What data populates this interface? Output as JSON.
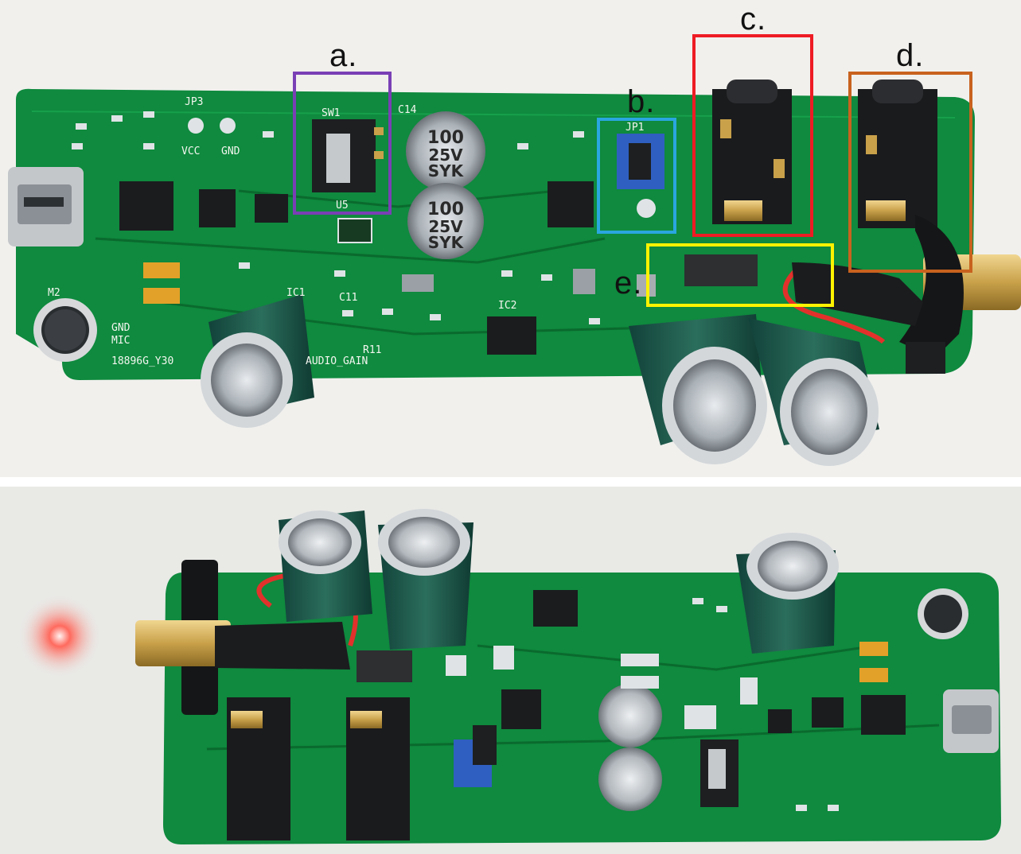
{
  "callouts": [
    {
      "id": "a",
      "label": "a.",
      "color": "#7a3fb5"
    },
    {
      "id": "b",
      "label": "b.",
      "color": "#2aa6e0"
    },
    {
      "id": "c",
      "label": "c.",
      "color": "#ee1c24"
    },
    {
      "id": "d",
      "label": "d.",
      "color": "#c8621e"
    },
    {
      "id": "e",
      "label": "e.",
      "color": "#fff200"
    }
  ],
  "silkscreen": {
    "jp3": "JP3",
    "vcc": "VCC",
    "gnd": "GND",
    "sw1": "SW1",
    "c14": "C14",
    "jp1": "JP1",
    "u5": "U5",
    "m2": "M2",
    "gnd_mic": "GND",
    "mic": "MIC",
    "ic1": "IC1",
    "ic2": "IC2",
    "c11": "C11",
    "r11": "R11",
    "board_id": "18896G_Y30",
    "audio_gain": "AUDIO_GAIN"
  },
  "capacitor_marking": {
    "line1": "100",
    "line2": "25V",
    "line3": "SYK"
  },
  "colors": {
    "pcb": "#0f8a3e",
    "pcb_dark": "#0a6a2e",
    "electrolytic": "#1f5a4a",
    "brass": "#c9a14a"
  }
}
